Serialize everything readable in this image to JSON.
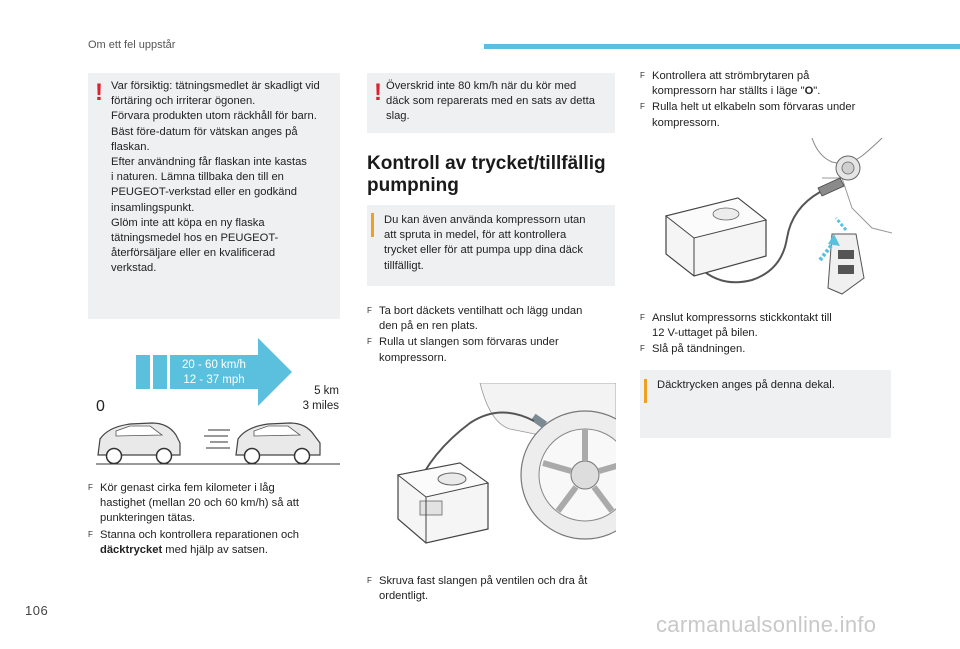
{
  "header": {
    "section": "Om ett fel uppstår"
  },
  "warning1": {
    "lines": [
      "Var försiktig: tätningsmedlet är skadligt vid",
      "förtäring och irriterar ögonen.",
      "Förvara produkten utom räckhåll för barn.",
      "Bäst före-datum för vätskan anges på",
      "flaskan.",
      "Efter användning får flaskan inte kastas",
      "i naturen. Lämna tillbaka den till en",
      "PEUGEOT-verkstad eller en godkänd",
      "insamlingspunkt.",
      "Glöm inte att köpa en ny flaska",
      "tätningsmedel hos en PEUGEOT-",
      "återförsäljare eller en kvalificerad",
      "verkstad."
    ]
  },
  "speed_figure": {
    "speed_kmh": "20 - 60 km/h",
    "speed_mph": "12 - 37 mph",
    "distance_km": "5 km",
    "distance_miles": "3 miles",
    "start": "0"
  },
  "col1_bullets": [
    {
      "lines": [
        "Kör genast cirka fem kilometer i låg",
        "hastighet (mellan 20 och 60 km/h) så att",
        "punkteringen tätas."
      ]
    },
    {
      "lines": [
        "Stanna och kontrollera reparationen och"
      ],
      "bold": "däcktrycket",
      "tail": " med hjälp av satsen."
    }
  ],
  "warning2": {
    "lines": [
      "Överskrid inte 80 km/h när du kör med",
      "däck som reparerats med en sats av detta",
      "slag."
    ]
  },
  "heading": {
    "lines": [
      "Kontroll av trycket/tillfällig",
      "pumpning"
    ]
  },
  "info1": {
    "lines": [
      "Du kan även använda kompressorn utan",
      "att spruta in medel, för att kontrollera",
      "trycket eller för att pumpa upp dina däck",
      "tillfälligt."
    ]
  },
  "col2_bullets": [
    {
      "lines": [
        "Ta bort däckets ventilhatt och lägg undan",
        "den på en ren plats."
      ]
    },
    {
      "lines": [
        "Rulla ut slangen som förvaras under",
        "kompressorn."
      ]
    }
  ],
  "col2_bottom": [
    {
      "lines": [
        "Skruva fast slangen på ventilen och dra åt",
        "ordentligt."
      ]
    }
  ],
  "col3_top": {
    "b1_line1": "Kontrollera att strömbrytaren på",
    "b1_line2_pre": "kompressorn har ställts i läge \"",
    "b1_line2_bold": "O",
    "b1_line2_post": "\".",
    "b2_lines": [
      "Rulla helt ut elkabeln som förvaras under",
      "kompressorn."
    ]
  },
  "col3_mid": [
    {
      "lines": [
        "Anslut kompressorns stickkontakt till",
        "12 V-uttaget på bilen."
      ]
    },
    {
      "lines": [
        "Slå på tändningen."
      ]
    }
  ],
  "info2": {
    "lines": [
      "Däcktrycken anges på denna dekal."
    ]
  },
  "bullet_glyph": "F",
  "page_number": "106",
  "watermark": "carmanualsonline.info",
  "colors": {
    "accent": "#5bc0de",
    "warning": "#d9212f",
    "info": "#f0a020",
    "box": "#eef0f2"
  }
}
